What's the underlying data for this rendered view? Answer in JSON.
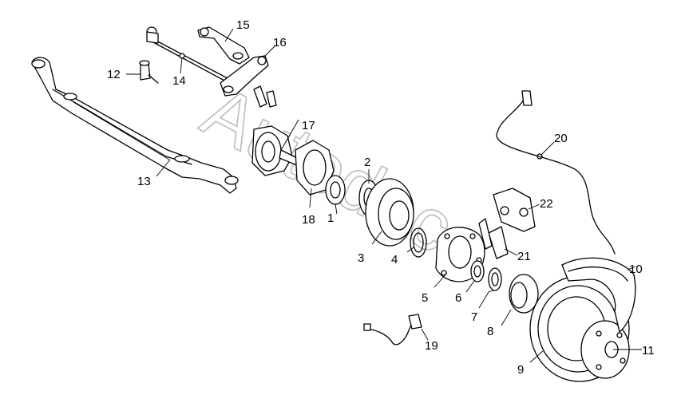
{
  "watermark": "Autodoc",
  "labels": {
    "l1": "1",
    "l2": "2",
    "l3": "3",
    "l4": "4",
    "l5": "5",
    "l6": "6",
    "l7": "7",
    "l8": "8",
    "l9": "9",
    "l10": "10",
    "l11": "11",
    "l12": "12",
    "l13": "13",
    "l14": "14",
    "l15": "15",
    "l16": "16",
    "l17": "17",
    "l18": "18",
    "l19": "19",
    "l20": "20",
    "l21": "21",
    "l22": "22"
  }
}
